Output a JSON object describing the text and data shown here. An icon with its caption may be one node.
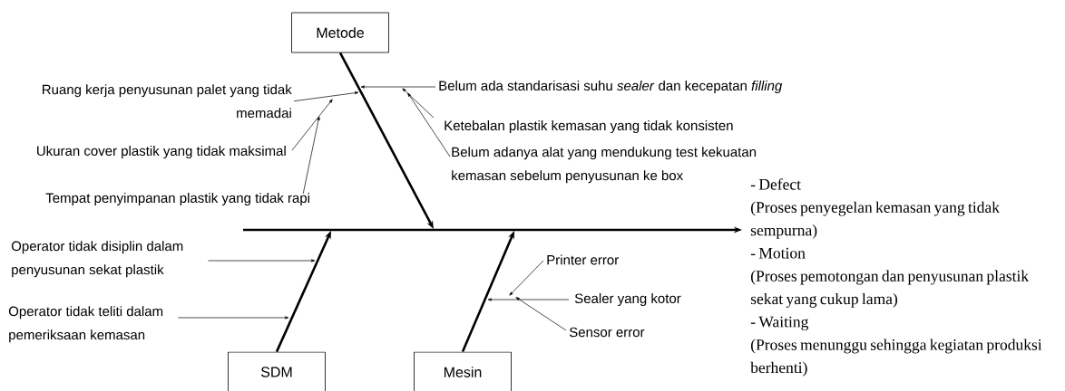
{
  "diagram": {
    "nodes": [
      {
        "text": [
          "Metode"
        ]
      },
      {
        "text": [
          "SDM"
        ]
      },
      {
        "text": [
          "Mesin"
        ]
      },
      {
        "text": [
          "- Defect",
          "(Proses penyegelan kemasan yang tidak sempurna)",
          "- Motion",
          "(Proses pemotongan dan penyusunan plastik sekat yang cukup lama)",
          "- Waiting",
          "(Proses menunggu sehingga kegiatan produksi berhenti)"
        ]
      },
      {
        "text": [
          "Ruang kerja penyusunan palet yang tidak memadai"
        ]
      },
      {
        "text": [
          "Ukuran cover plastik yang tidak maksimal"
        ]
      },
      {
        "text": [
          "Tempat penyimpanan plastik yang tidak rapi"
        ]
      },
      {
        "text": [
          "Belum ada standarisasi suhu *sealer* dan kecepatan *filling*"
        ]
      },
      {
        "text": [
          "Ketebalan plastik kemasan yang tidak konsisten"
        ]
      },
      {
        "text": [
          "Belum adanya alat yang mendukung test kekuatan kemasan sebelum penyusunan ke box"
        ]
      },
      {
        "text": [
          "Operator tidak disiplin dalam penyusunan sekat plastik"
        ]
      },
      {
        "text": [
          "Operator tidak teliti dalam pemeriksaan kemasan"
        ]
      },
      {
        "text": [
          "Printer error"
        ]
      },
      {
        "text": [
          "Sealer yang kotor"
        ]
      },
      {
        "text": [
          "Sensor error"
        ]
      }
    ],
    "edges": [
      {
        "from": null,
        "to": 3,
        "arrow": "to",
        "style": "thick"
      },
      {
        "from": 0,
        "to": null,
        "arrow": "to",
        "style": "thick"
      },
      {
        "from": 1,
        "to": null,
        "arrow": "to",
        "style": "thick"
      },
      {
        "from": 2,
        "to": null,
        "arrow": "to",
        "style": "thick"
      },
      {
        "from": 7,
        "to": null,
        "arrow": "to"
      },
      {
        "from": 8,
        "to": null,
        "arrow": "to"
      },
      {
        "from": 9,
        "to": null,
        "arrow": "to"
      },
      {
        "from": 4,
        "to": null,
        "arrow": "to"
      },
      {
        "from": 5,
        "to": null,
        "arrow": "to"
      },
      {
        "from": 6,
        "to": null,
        "arrow": "to"
      },
      {
        "from": 10,
        "to": null,
        "arrow": "to"
      },
      {
        "from": 11,
        "to": null,
        "arrow": "to"
      },
      {
        "from": 13,
        "to": null,
        "arrow": "to"
      },
      {
        "from": 12,
        "to": null,
        "arrow": "to"
      },
      {
        "from": 14,
        "to": null,
        "arrow": "to"
      }
    ]
  }
}
